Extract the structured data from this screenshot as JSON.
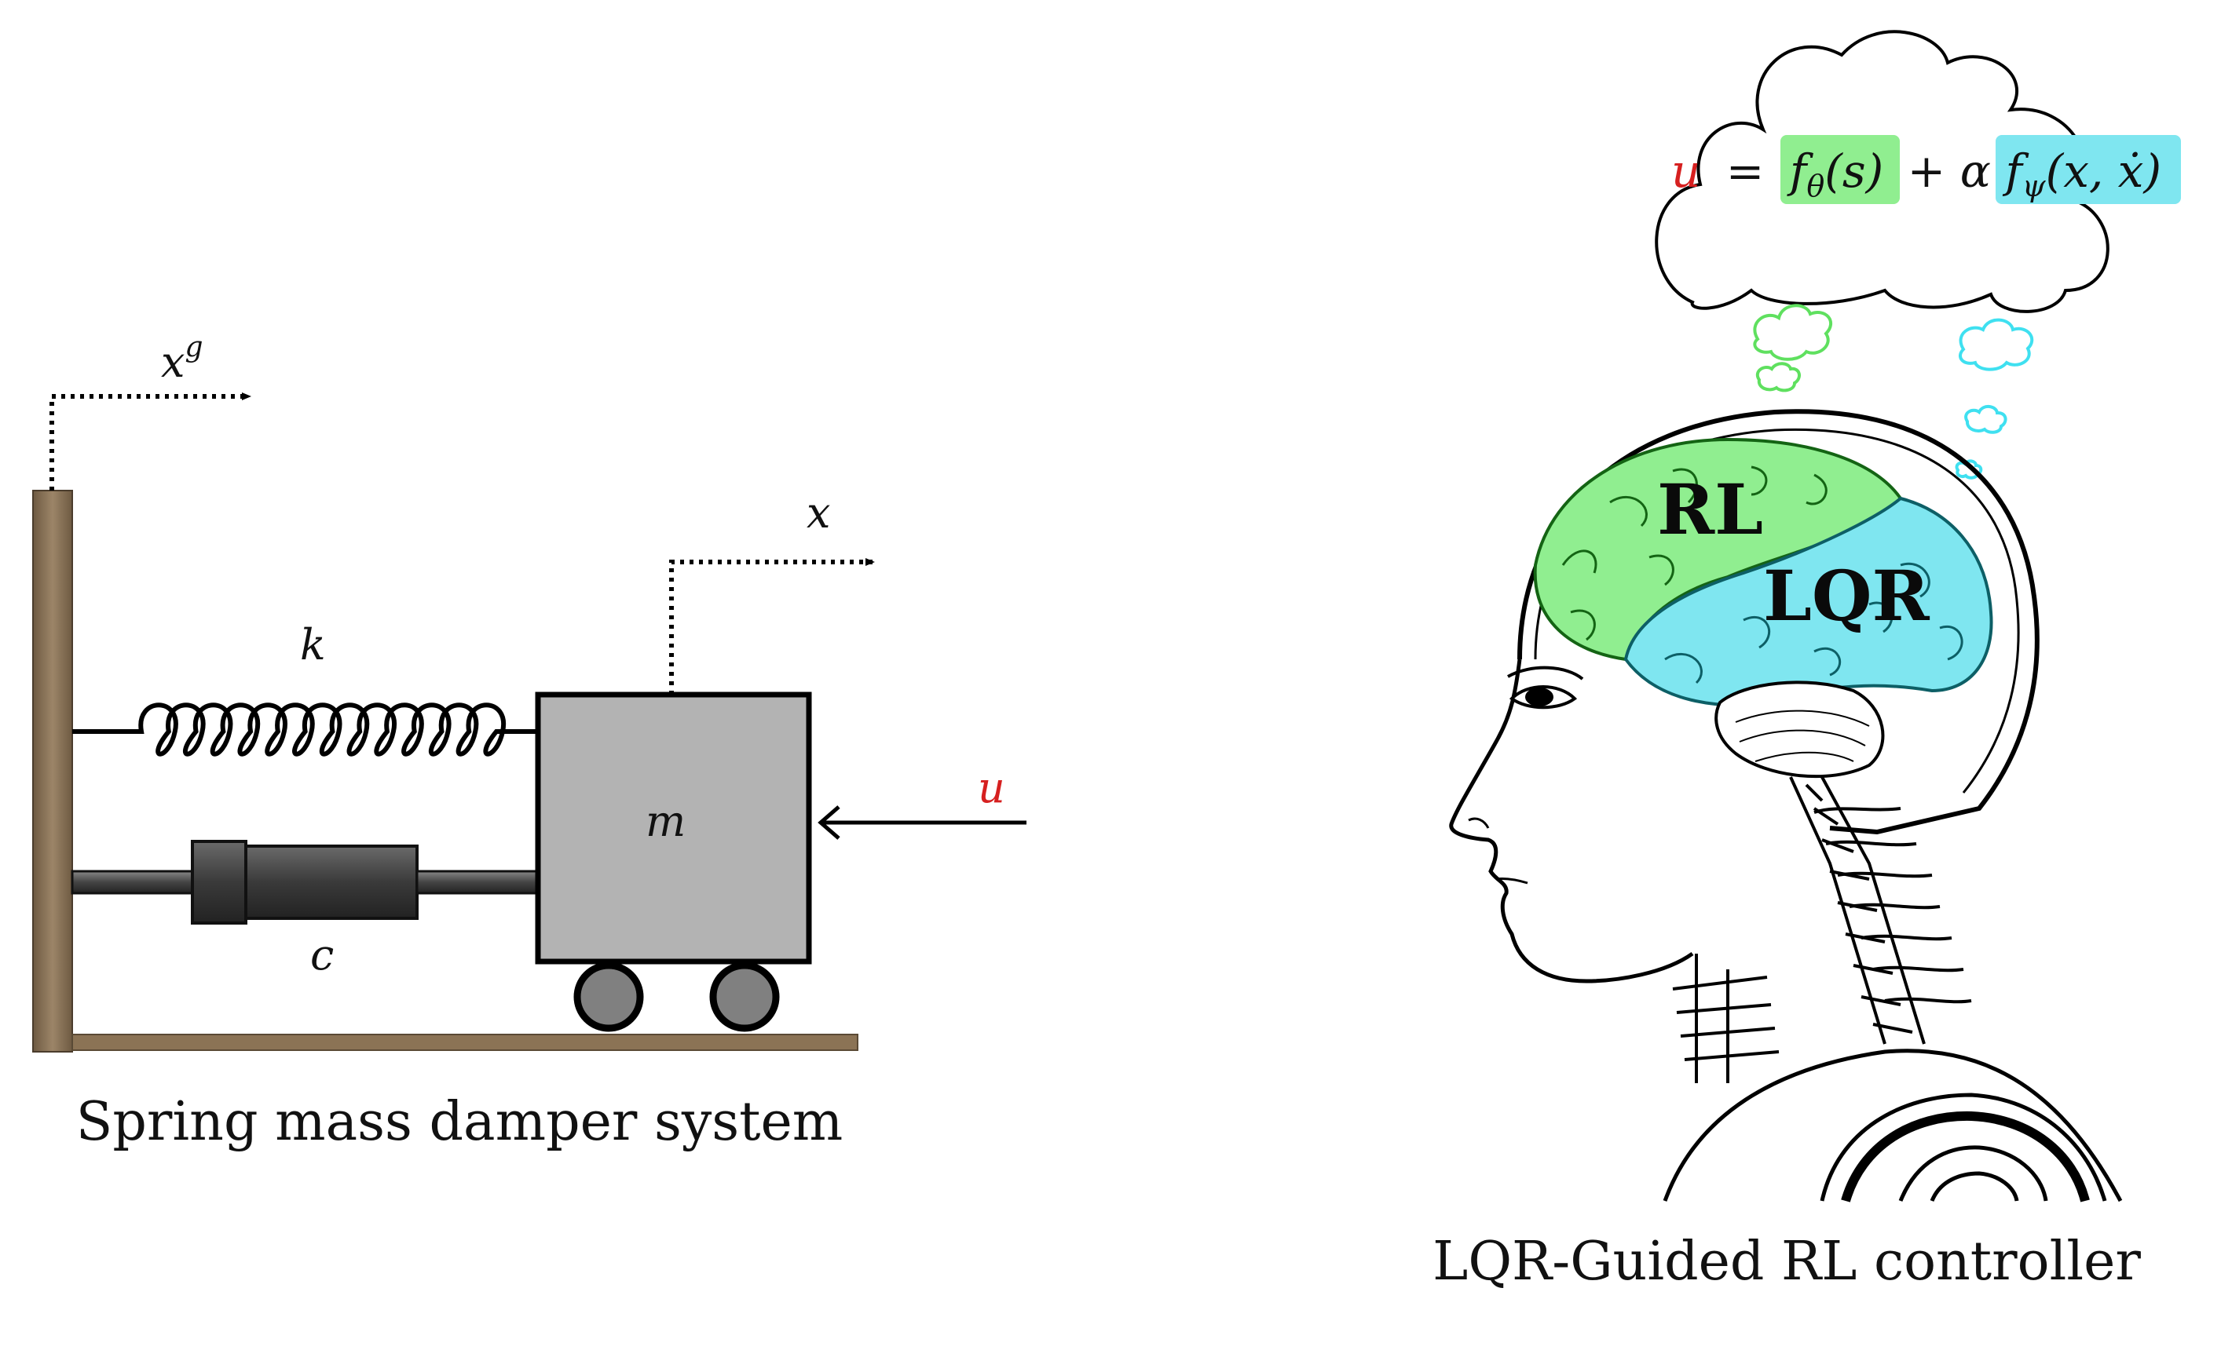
{
  "left_diagram": {
    "caption": "Spring mass damper system",
    "ground_displacement_label": "x",
    "ground_displacement_superscript": "g",
    "mass_displacement_label": "x",
    "spring_label": "k",
    "damper_label": "c",
    "mass_label": "m",
    "input_label": "u",
    "colors": {
      "wall": "#8b7355",
      "mass_fill": "#b3b3b3",
      "damper_fill": "#4a4a4a",
      "wheel_fill": "#808080",
      "input": "#d62020"
    }
  },
  "right_diagram": {
    "caption": "LQR-Guided RL controller",
    "brain_regions": [
      "RL",
      "LQR"
    ],
    "equation": {
      "lhs": "u",
      "eq_sign": "=",
      "term1": "f",
      "term1_sub": "θ",
      "term1_arg": "(s)",
      "plus_alpha": "+ α",
      "term2": "f",
      "term2_sub": "ψ",
      "term2_arg": "(x, ẋ)"
    },
    "colors": {
      "rl": "#90ee90",
      "lqr": "#7fe6f0",
      "rl_cloud": "#5fe05f",
      "lqr_cloud": "#3fe0f0",
      "u": "#d62020"
    }
  }
}
